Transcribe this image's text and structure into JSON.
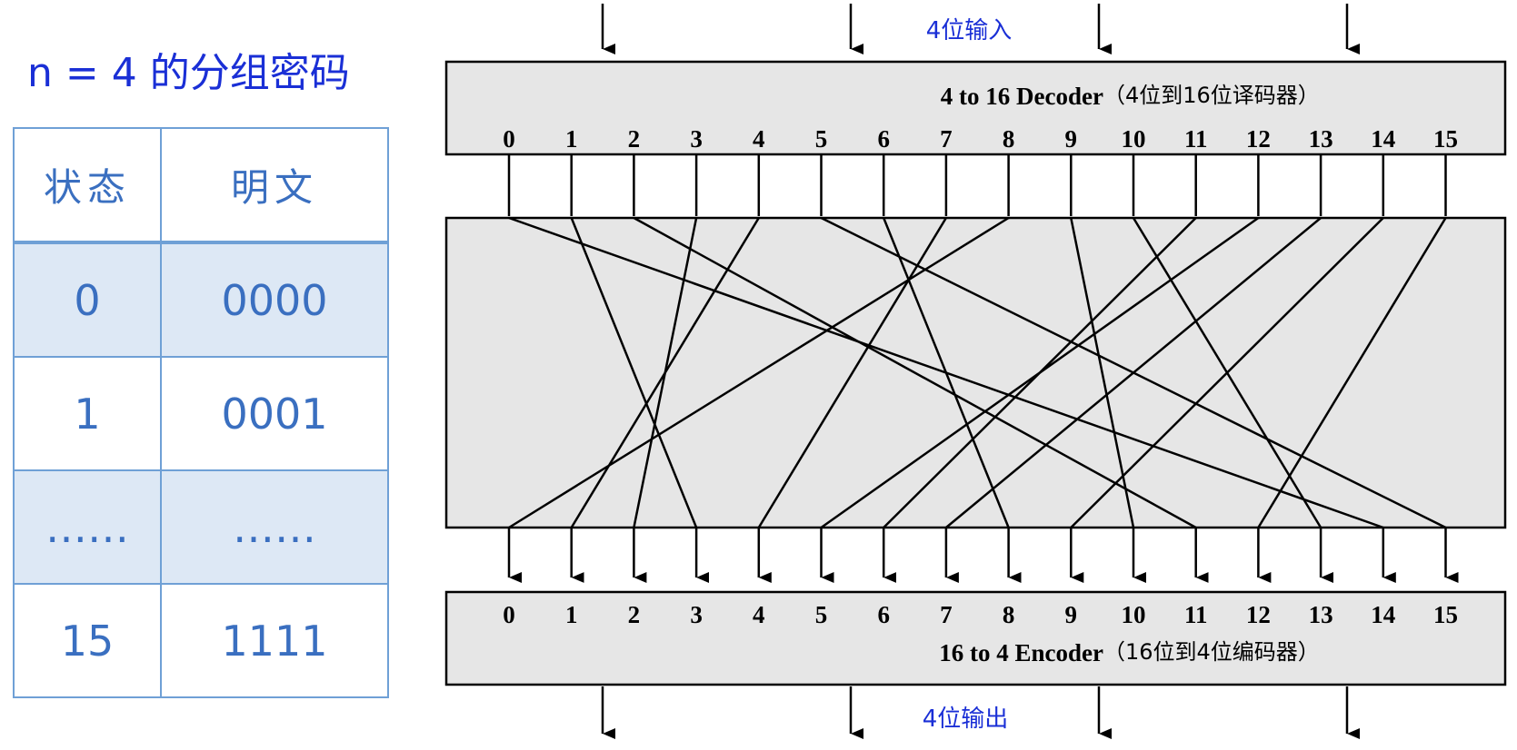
{
  "left_panel": {
    "title": "n = 4 的分组密码",
    "table": {
      "headers": [
        "状态",
        "明文"
      ],
      "rows": [
        {
          "state": "0",
          "plaintext": "0000"
        },
        {
          "state": "1",
          "plaintext": "0001"
        },
        {
          "state": "……",
          "plaintext": "……"
        },
        {
          "state": "15",
          "plaintext": "1111"
        }
      ]
    }
  },
  "diagram": {
    "input_label": "4位输入",
    "output_label": "4位输出",
    "decoder": {
      "title": "4 to 16 Decoder",
      "subtitle": "（4位到16位译码器）"
    },
    "encoder": {
      "title": "16 to 4 Encoder",
      "subtitle": "（16位到4位编码器）"
    },
    "pin_labels": [
      "0",
      "1",
      "2",
      "3",
      "4",
      "5",
      "6",
      "7",
      "8",
      "9",
      "10",
      "11",
      "12",
      "13",
      "14",
      "15"
    ],
    "mapping": [
      14,
      3,
      11,
      2,
      1,
      15,
      8,
      4,
      0,
      10,
      13,
      6,
      5,
      7,
      9,
      12
    ],
    "colors": {
      "label_blue": "#1a2fd6",
      "table_text": "#3a6fc0",
      "table_border": "#6fa0d6",
      "table_shade": "#dde8f5",
      "box_fill": "#e6e6e6",
      "line": "#000000"
    }
  }
}
